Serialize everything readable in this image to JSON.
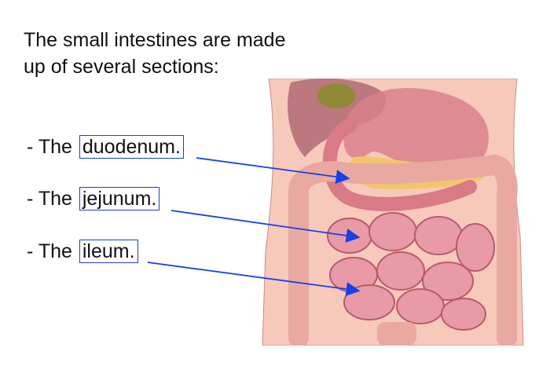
{
  "intro": {
    "line1": "The small intestines are made",
    "line2": "up of several sections:"
  },
  "sections": [
    {
      "prefix": "- The",
      "term": "duodenum."
    },
    {
      "prefix": "- The",
      "term": "jejunum."
    },
    {
      "prefix": "- The",
      "term": "ileum."
    }
  ],
  "colors": {
    "box_border": "#1f3fbf",
    "arrow": "#1740e6",
    "skin": "#f7c9bb",
    "intestine": "#e89aa6",
    "colon": "#e9a9a0",
    "liver": "#b06a73",
    "gallbladder": "#8f8a35",
    "pancreas": "#f3c66b"
  }
}
